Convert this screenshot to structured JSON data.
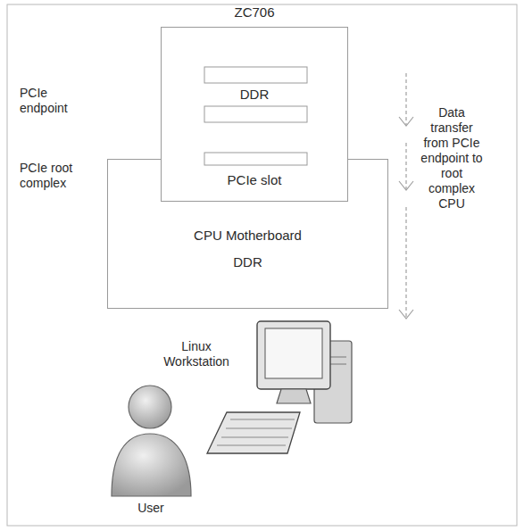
{
  "diagram": {
    "nodes": [
      {
        "text": [
          "ZC706"
        ]
      },
      {
        "text": [
          "DDR"
        ],
        "in": 0
      },
      {
        "text": [
          "PCIe slot"
        ],
        "in": 0
      },
      {
        "text": [
          "CPU Motherboard",
          "DDR"
        ]
      }
    ],
    "labels": [
      "PCIe endpoint",
      "PCIe root complex",
      "Data transfer from PCIe endpoint to root complex CPU",
      "Linux Workstation",
      "User"
    ]
  }
}
